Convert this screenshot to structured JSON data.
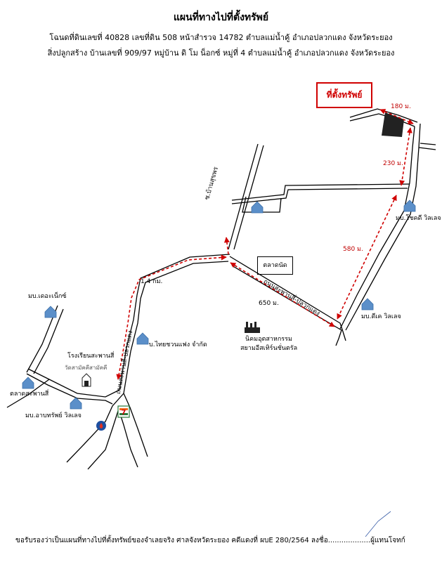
{
  "header": {
    "title": "แผนที่ทางไปที่ตั้งทรัพย์",
    "line1": "โฉนดที่ดินเลขที่ 40828 เลขที่ดิน 508   หน้าสำรวจ 14782   ตำบลแม่น้ำคู้   อำเภอปลวกแดง   จังหวัดระยอง",
    "line2": "สิ่งปลูกสร้าง   บ้านเลขที่ 909/97   หมู่บ้าน ดิ โม น็อกซ์   หมู่ที่ 4   ตำบลแม่น้ำคู้   อำเภอปลวกแดง   จังหวัดระยอง"
  },
  "target_label": "ที่ตั้งทรัพย์",
  "distances": {
    "d180": "180 ม.",
    "d230": "230 ม.",
    "d580": "580 ม.",
    "d650": "650 ม.",
    "d14": "1.4 กม."
  },
  "roads": {
    "ban_suan": "ซ.บ้านสุขพร",
    "sapan_plaukdaeng": "ถนนสะพานสี่-ปลวกแดง",
    "sapan_plaukdaeng_vertical": "ถนนสะพานสี่-ปลวกแดง"
  },
  "places": {
    "market": "ตลาดนัด",
    "chokdee": "มบ.โชคดี วิลเลจ",
    "dk_village": "มบ.ดีเค วิลเลจ",
    "the_next": "มบ.เดอะเน็กซ์",
    "school": "โรงเรียนสะพานสี่",
    "temple": "วัดสามัคคีสามัคคี",
    "thai_chuan": "บ.ไทยชวนแฟง จำกัด",
    "sapan_market": "ตลาดสะพานสี่",
    "arb_village": "มบ.อาบทรัพย์ วิลเลจ",
    "industrial_1": "นิคมอุตสาหกรรม",
    "industrial_2": "สยามอีสเทิร์นชั่นตรัล"
  },
  "footer": "ขอรับรองว่าเป็นแผนที่ทางไปที่ตั้งทรัพย์ของจำเลยจริง ศาลจังหวัดระยอง คดีแดงที่ ผบE 280/2564 ลงชื่อ...................ผู้แทนโจทก์",
  "colors": {
    "route": "#d00000",
    "house_icon": "#5b8fc9",
    "target_plot": "#222222"
  }
}
